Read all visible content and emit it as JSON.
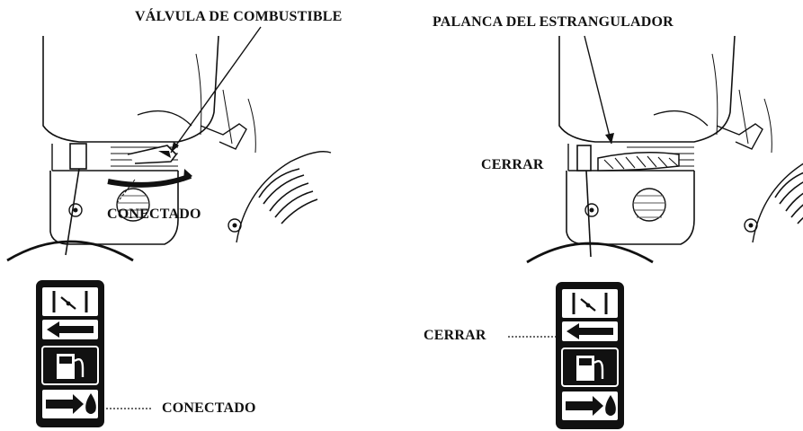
{
  "labels": {
    "fuel_valve": "VÁLVULA DE COMBUSTIBLE",
    "choke_lever": "PALANCA DEL ESTRANGULADOR",
    "fuel_on_engine": "CONECTADO",
    "fuel_on_decal": "CONECTADO",
    "choke_closed_engine": "CERRAR",
    "choke_closed_decal": "CERRAR"
  },
  "colors": {
    "ink": "#111111",
    "paper": "#ffffff",
    "hatch": "#555555"
  },
  "icons": {
    "choke_symbol": "choke-icon",
    "fuel_pump_symbol": "fuel-pump-icon",
    "arrow_left": "arrow-left-icon",
    "arrow_right": "arrow-right-icon",
    "fuel_drop": "fuel-drop-icon"
  }
}
